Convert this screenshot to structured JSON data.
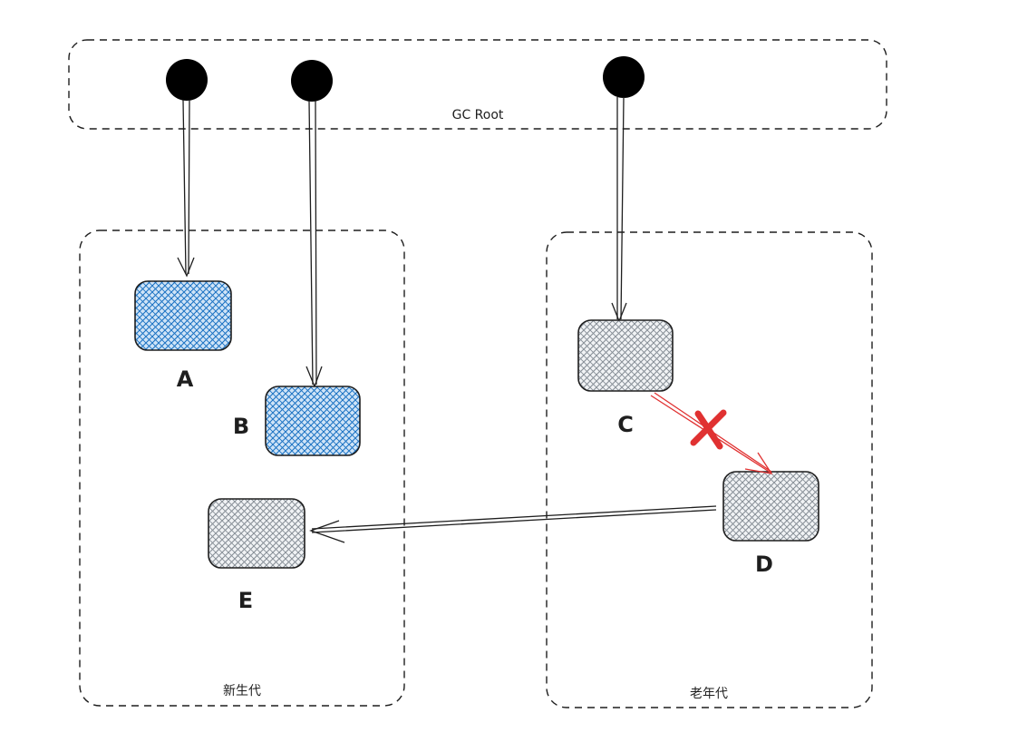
{
  "regions": {
    "gc_root": {
      "label": "GC Root"
    },
    "young_gen": {
      "label": "新生代"
    },
    "old_gen": {
      "label": "老年代"
    }
  },
  "nodes": {
    "a": {
      "label": "A",
      "fill": "#1971c2"
    },
    "b": {
      "label": "B",
      "fill": "#1971c2"
    },
    "c": {
      "label": "C",
      "fill": "#868e96"
    },
    "d": {
      "label": "D",
      "fill": "#868e96"
    },
    "e": {
      "label": "E",
      "fill": "#868e96"
    }
  },
  "colors": {
    "stroke": "#1e1e1e",
    "broken_reference": "#e03131"
  }
}
